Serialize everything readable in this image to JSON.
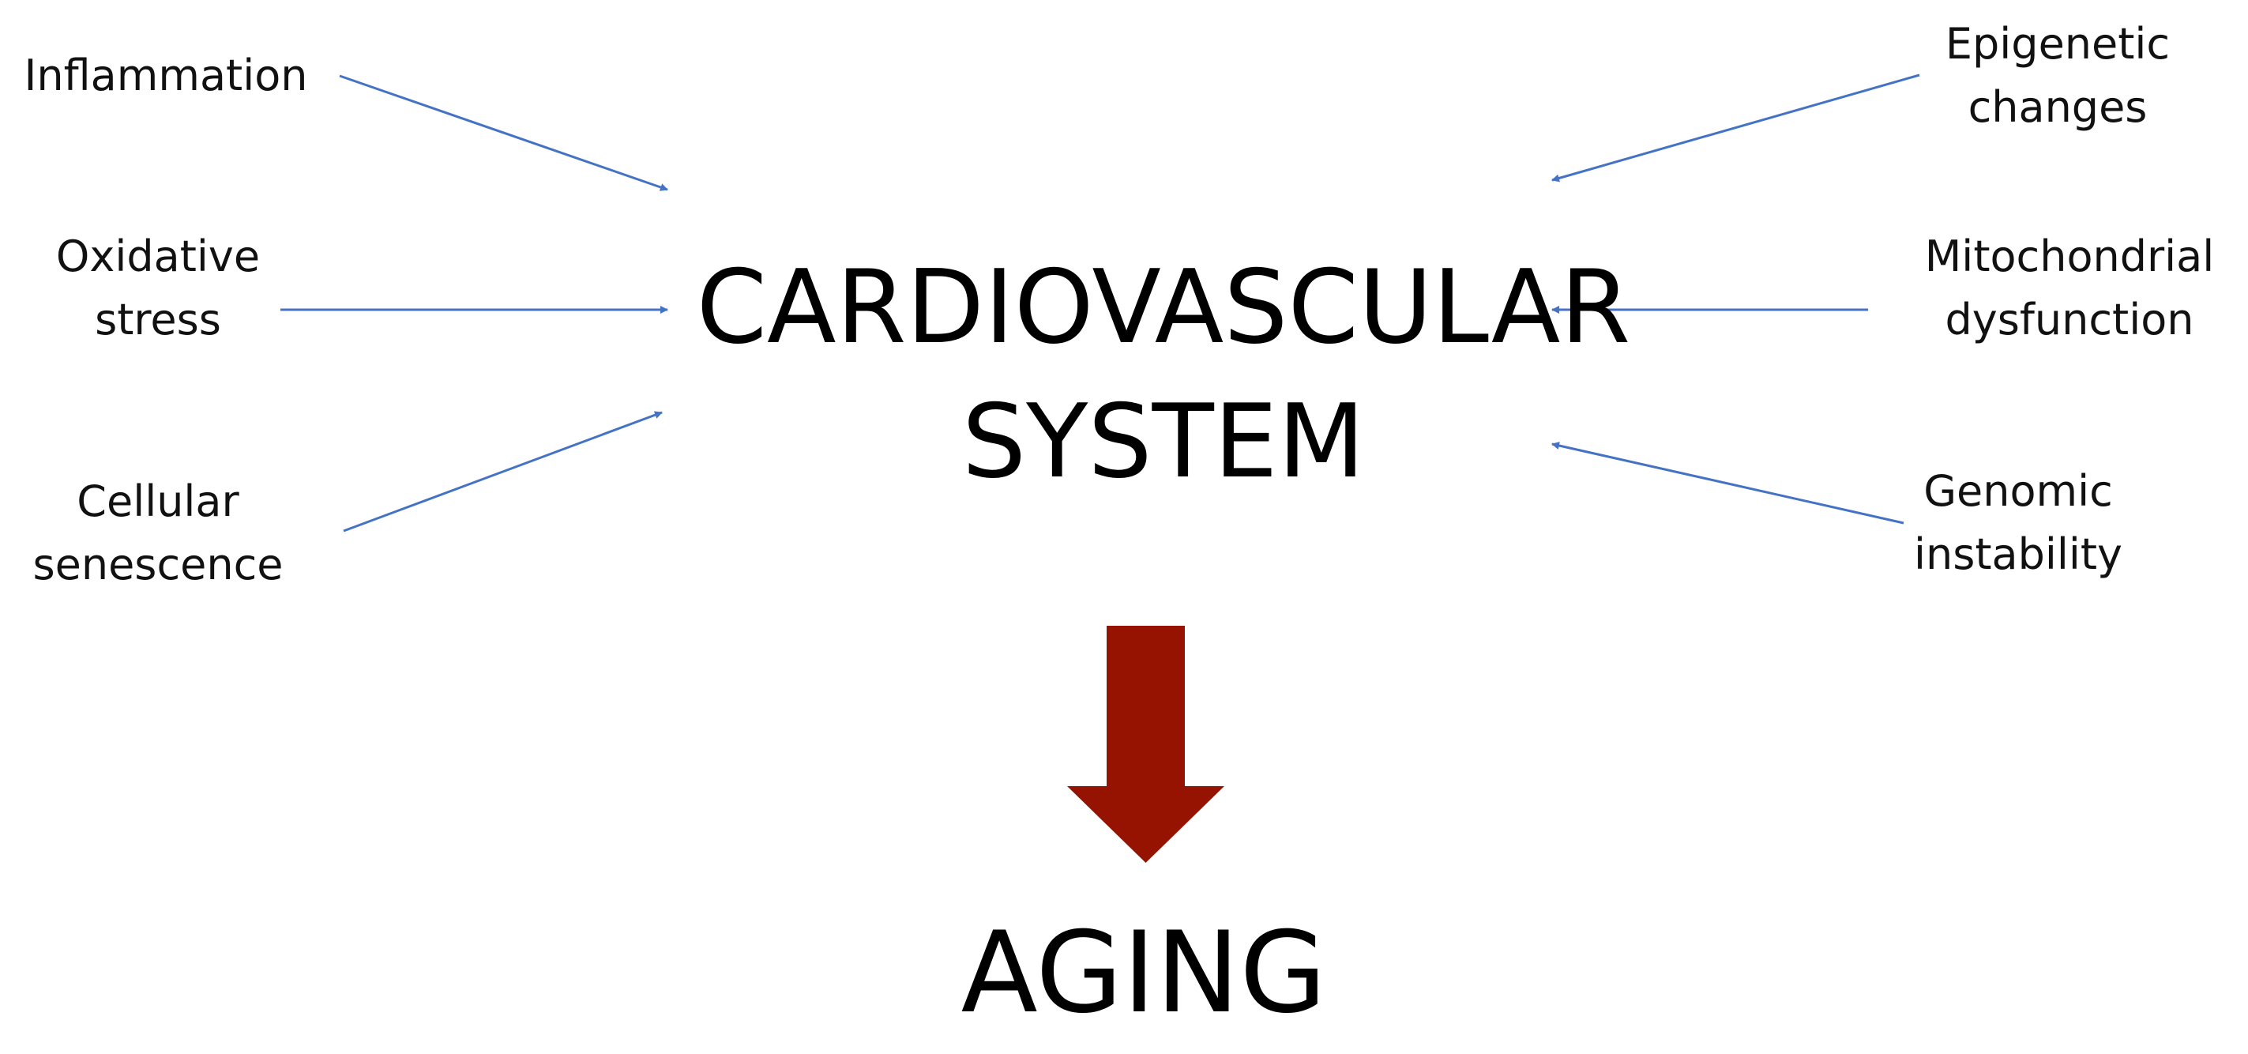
{
  "factors_left": [
    {
      "lines": [
        "Inflammation"
      ]
    },
    {
      "lines": [
        "Oxidative",
        "stress"
      ]
    },
    {
      "lines": [
        "Cellular",
        "senescence"
      ]
    }
  ],
  "factors_right": [
    {
      "lines": [
        "Epigenetic",
        "changes"
      ]
    },
    {
      "lines": [
        "Mitochondrial",
        "dysfunction"
      ]
    },
    {
      "lines": [
        "Genomic",
        "instability"
      ]
    }
  ],
  "central": {
    "lines": [
      "CARDIOVASCULAR",
      "SYSTEM"
    ]
  },
  "outcome": "AGING",
  "colors": {
    "arrow_blue": "#4472C4",
    "arrow_red": "#951300",
    "text": "#111111"
  }
}
